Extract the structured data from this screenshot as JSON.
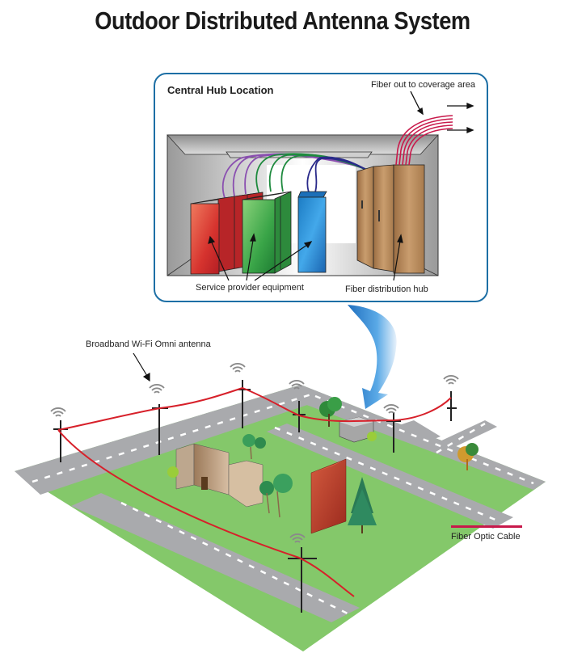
{
  "title": "Outdoor Distributed Antenna System",
  "hub": {
    "title": "Central Hub Location",
    "fiber_out_label": "Fiber out to coverage area",
    "service_provider_label": "Service provider equipment",
    "fiber_hub_label": "Fiber distribution hub",
    "equipment_colors": {
      "red": "#e8463a",
      "green": "#3aa548",
      "blue": "#2a8fd8",
      "hub": "#b88a5c"
    },
    "cable_colors": {
      "purple": "#8a4fb0",
      "green": "#1e8a3e",
      "navy": "#2a2a8a",
      "fiber": "#c8194b"
    }
  },
  "map": {
    "antenna_label": "Broadband Wi-Fi Omni antenna",
    "colors": {
      "grass": "#84c86a",
      "road": "#a9aaad",
      "fiber": "#d7202a",
      "arrow": "#2e86d0"
    }
  },
  "legend": {
    "label": "Fiber Optic Cable",
    "color": "#c8194b"
  }
}
